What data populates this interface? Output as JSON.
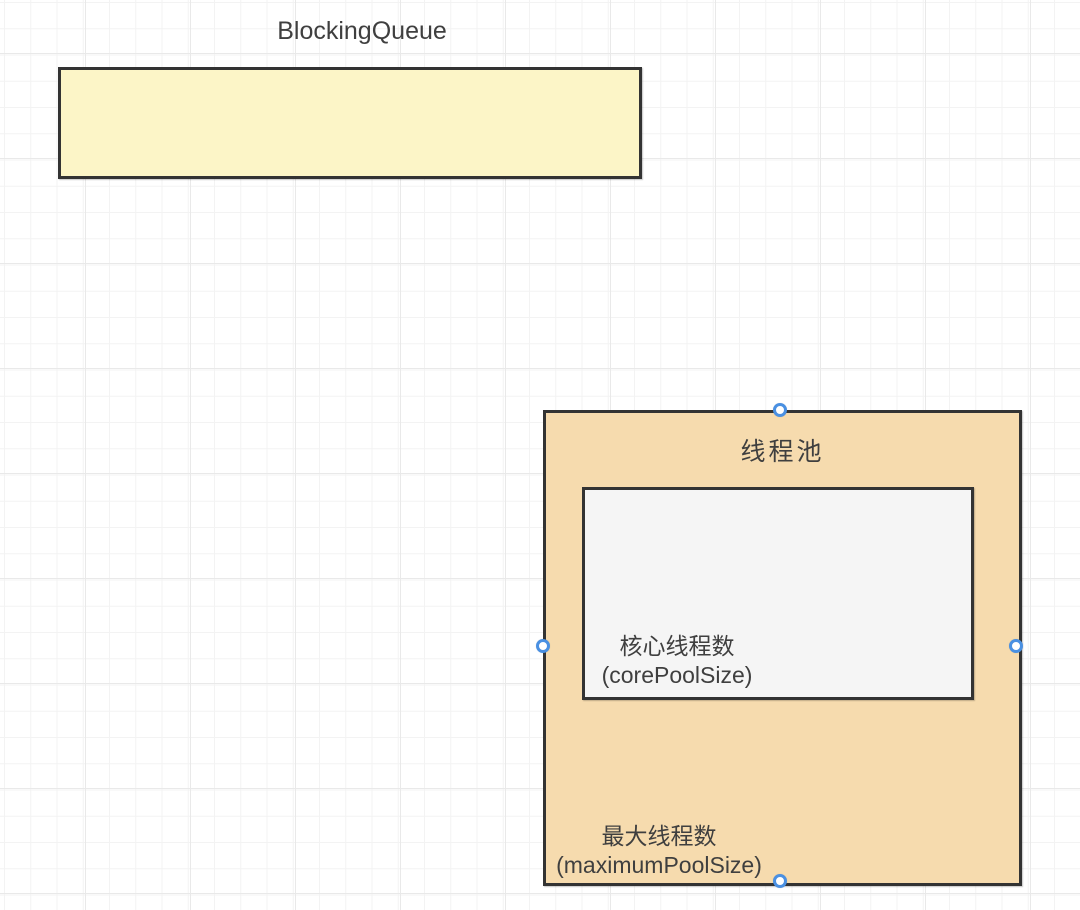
{
  "canvas": {
    "background_color": "#ffffff",
    "grid_minor_color": "#f3f3f3",
    "grid_major_color": "#e9e9e9"
  },
  "shapes": {
    "blocking_queue": {
      "label": "BlockingQueue",
      "fill": "#fcf5c7",
      "stroke": "#333333"
    },
    "thread_pool": {
      "title": "线程池",
      "max_threads_label": "最大线程数\n(maximumPoolSize)",
      "fill": "#f6dbae",
      "stroke": "#333333"
    },
    "core_pool": {
      "label": "核心线程数\n(corePoolSize)",
      "fill": "#f5f5f5",
      "stroke": "#333333"
    }
  },
  "selection": {
    "handle_stroke": "#4a90e2",
    "handle_fill": "#ffffff"
  }
}
